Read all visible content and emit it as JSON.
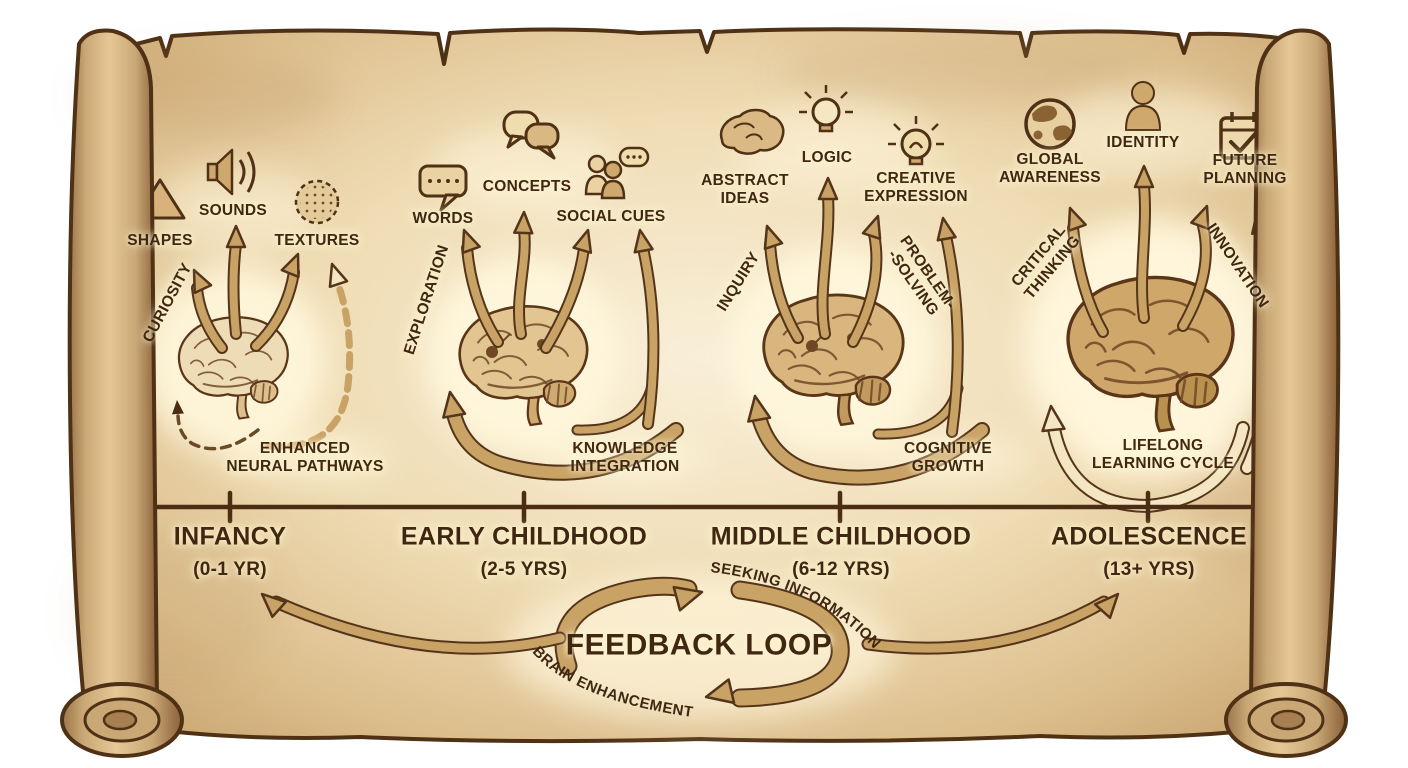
{
  "palette": {
    "parchment_center": "#f8eed6",
    "parchment_edge": "#c49e68",
    "ink": "#3f2711",
    "arrow_fill": "#c9a266",
    "arrow_outline": "#54351a",
    "glow": "#fff7dd"
  },
  "stages": [
    {
      "name": "INFANCY",
      "age_range": "(0-1 YR)",
      "input_labels": {
        "left": [
          "CURIOSITY"
        ],
        "right": []
      },
      "outputs": [
        {
          "icon": "triangle-shape-icon",
          "label": [
            "SHAPES"
          ]
        },
        {
          "icon": "speaker-sound-icon",
          "label": [
            "SOUNDS"
          ]
        },
        {
          "icon": "texture-dots-icon",
          "label": [
            "TEXTURES"
          ]
        }
      ],
      "caption": [
        "ENHANCED",
        "NEURAL PATHWAYS"
      ]
    },
    {
      "name": "EARLY CHILDHOOD",
      "age_range": "(2-5 YRS)",
      "input_labels": {
        "left": [
          "EXPLORATION"
        ],
        "right": []
      },
      "outputs": [
        {
          "icon": "speech-bubble-icon",
          "label": [
            "WORDS"
          ]
        },
        {
          "icon": "chat-bubbles-icon",
          "label": [
            "CONCEPTS"
          ]
        },
        {
          "icon": "people-conversation-icon",
          "label": [
            "SOCIAL CUES"
          ]
        }
      ],
      "caption": [
        "KNOWLEDGE",
        "INTEGRATION"
      ]
    },
    {
      "name": "MIDDLE CHILDHOOD",
      "age_range": "(6-12 YRS)",
      "input_labels": {
        "left": [
          "INQUIRY"
        ],
        "right": [
          "PROBLEM-",
          "-SOLVING"
        ]
      },
      "outputs": [
        {
          "icon": "small-brain-icon",
          "label": [
            "ABSTRACT",
            "IDEAS"
          ]
        },
        {
          "icon": "lightbulb-icon",
          "label": [
            "LOGIC"
          ]
        },
        {
          "icon": "lightbulb-filament-icon",
          "label": [
            "CREATIVE",
            "EXPRESSION"
          ]
        }
      ],
      "caption": [
        "COGNITIVE",
        "GROWTH"
      ]
    },
    {
      "name": "ADOLESCENCE",
      "age_range": "(13+ YRS)",
      "input_labels": {
        "left": [
          "CRITICAL",
          "THINKING"
        ],
        "right": [
          "INNOVATION"
        ]
      },
      "outputs": [
        {
          "icon": "globe-icon",
          "label": [
            "GLOBAL",
            "AWARENESS"
          ]
        },
        {
          "icon": "person-silhouette-icon",
          "label": [
            "IDENTITY"
          ]
        },
        {
          "icon": "calendar-check-icon",
          "label": [
            "FUTURE",
            "PLANNING"
          ]
        }
      ],
      "caption": [
        "LIFELONG",
        "LEARNING CYCLE"
      ]
    }
  ],
  "feedback_loop": {
    "title": "FEEDBACK LOOP",
    "top_arrow_label": "SEEKING INFORMATION",
    "bottom_arrow_label": "BRAIN ENHANCEMENT"
  }
}
